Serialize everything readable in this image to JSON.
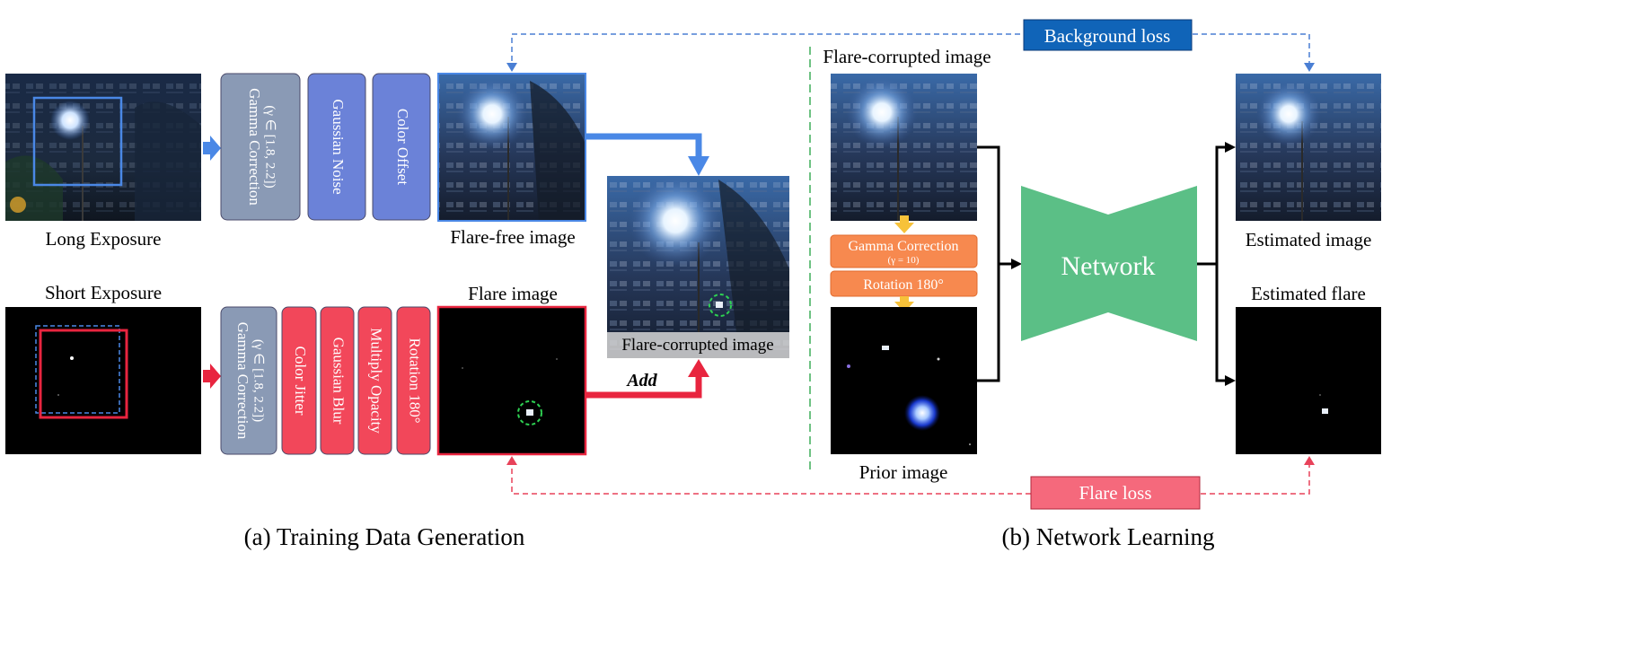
{
  "colors": {
    "blue_arrow": "#4a88e6",
    "red_arrow": "#e8253f",
    "gray_box": "#8a9ab5",
    "blue_box": "#6b82d8",
    "red_box": "#f2475a",
    "orange_box": "#f7894f",
    "yellow_arrow": "#f7c23a",
    "network": "#5bbf86",
    "bg_loss_box": "#1064b8",
    "flare_loss_box": "#f5697c",
    "blue_dash": "#4a7fd4",
    "red_dash": "#e8425a",
    "green_divider": "#3fae5a"
  },
  "part_a": {
    "caption": "(a) Training Data Generation",
    "long_exposure_label": "Long Exposure",
    "short_exposure_label": "Short Exposure",
    "flare_free_label": "Flare-free image",
    "flare_image_label": "Flare image",
    "flare_corrupted_label": "Flare-corrupted image",
    "add_label": "Add",
    "long_ops": [
      {
        "title": "Gamma Correction",
        "sub": "(γ ∈ [1.8, 2.2])",
        "color": "gray"
      },
      {
        "title": "Gaussian Noise",
        "color": "blue"
      },
      {
        "title": "Color Offset",
        "color": "blue"
      }
    ],
    "short_ops": [
      {
        "title": "Gamma Correction",
        "sub": "(γ ∈ [1.8, 2.2])",
        "color": "gray"
      },
      {
        "title": "Color Jitter",
        "color": "red"
      },
      {
        "title": "Gaussian Blur",
        "color": "red"
      },
      {
        "title": "Multiply Opacity",
        "color": "red"
      },
      {
        "title": "Rotation 180°",
        "color": "red"
      }
    ]
  },
  "part_b": {
    "caption": "(b) Network Learning",
    "flare_corrupted_label": "Flare-corrupted image",
    "prior_label": "Prior image",
    "gamma_title": "Gamma Correction",
    "gamma_sub": "(γ = 10)",
    "rotation_label": "Rotation 180°",
    "network_label": "Network",
    "estimated_image_label": "Estimated image",
    "estimated_flare_label": "Estimated flare",
    "background_loss_label": "Background loss",
    "flare_loss_label": "Flare loss"
  }
}
